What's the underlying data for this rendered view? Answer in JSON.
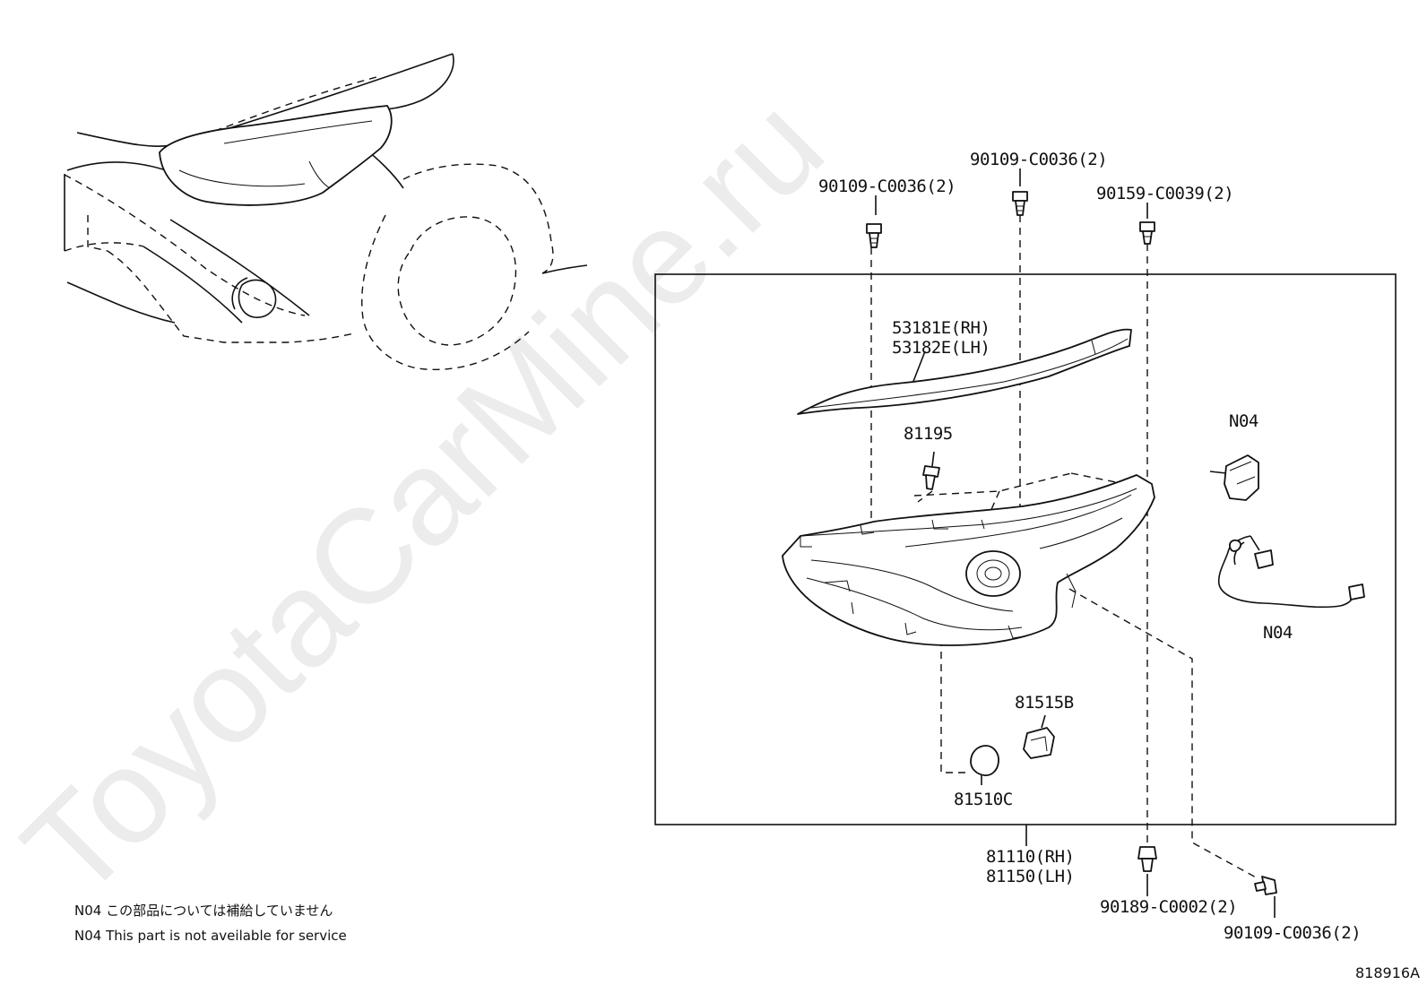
{
  "watermark": "ToyotaCarMine.ru",
  "diagram_code": "818916A",
  "notes": [
    "N04 この部品については補給していません",
    "N04 This part is not aveilable for service"
  ],
  "labels": {
    "bolt_top_left": "90109-C0036(2)",
    "bolt_top_center": "90109-C0036(2)",
    "bolt_top_right": "90159-C0039(2)",
    "trim_rh": "53181E(RH)",
    "trim_lh": "53182E(LH)",
    "screw": "81195",
    "actuator": "N04",
    "harness": "N04",
    "socket": "81515B",
    "bulb": "81510C",
    "headlamp_rh": "81110(RH)",
    "headlamp_lh": "81150(LH)",
    "bolt_bottom_center": "90189-C0002(2)",
    "bolt_bottom_right": "90109-C0036(2)"
  }
}
